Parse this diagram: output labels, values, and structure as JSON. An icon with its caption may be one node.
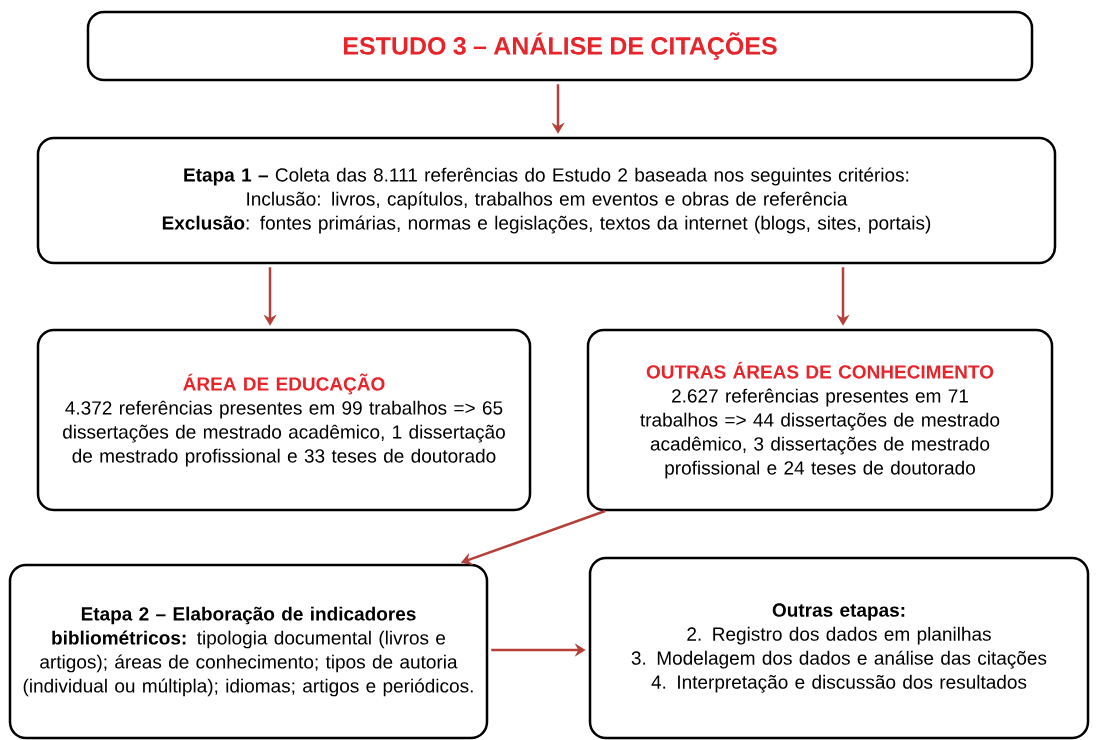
{
  "diagram": {
    "nodes": [
      {
        "text": [
          "ESTUDO 3 – ANÁLISE DE CITAÇÕES"
        ]
      },
      {
        "text": [
          "**Etapa 1 –** Coleta das 8.111 referências do Estudo 2 baseada nos seguintes critérios:",
          "Inclusão: livros, capítulos, trabalhos em eventos e obras de referência",
          "**Exclusão**: fontes primárias, normas e legislações, textos da internet (blogs, sites, portais)"
        ]
      },
      {
        "text": [
          "ÁREA DE EDUCAÇÃO",
          "4.372  referências presentes em 99 trabalhos => 65 dissertações de mestrado acadêmico, 1 dissertação de mestrado profissional e 33 teses de doutorado"
        ]
      },
      {
        "text": [
          "OUTRAS ÁREAS DE CONHECIMENTO",
          "2.627  referências presentes em 71 trabalhos => 44 dissertações de mestrado acadêmico, 3 dissertações de mestrado profissional e 24 teses de doutorado"
        ]
      },
      {
        "text": [
          "**Etapa 2 – Elaboração de indicadores bibliométricos:** tipologia documental (livros e artigos); áreas de conhecimento; tipos de autoria (individual ou múltipla); idiomas; artigos e periódicos."
        ]
      },
      {
        "text": [
          "Outras etapas:",
          "2. Registro dos dados em planilhas",
          "3. Modelagem dos dados e análise das citações",
          "4. Interpretação e discussão dos resultados"
        ]
      }
    ],
    "edges": [
      {
        "from": 0,
        "to": 1,
        "arrow": "to"
      },
      {
        "from": 1,
        "to": 2,
        "arrow": "to"
      },
      {
        "from": 1,
        "to": 3,
        "arrow": "to"
      },
      {
        "from": 3,
        "to": 4,
        "arrow": "to"
      },
      {
        "from": 4,
        "to": 5,
        "arrow": "to"
      }
    ]
  }
}
